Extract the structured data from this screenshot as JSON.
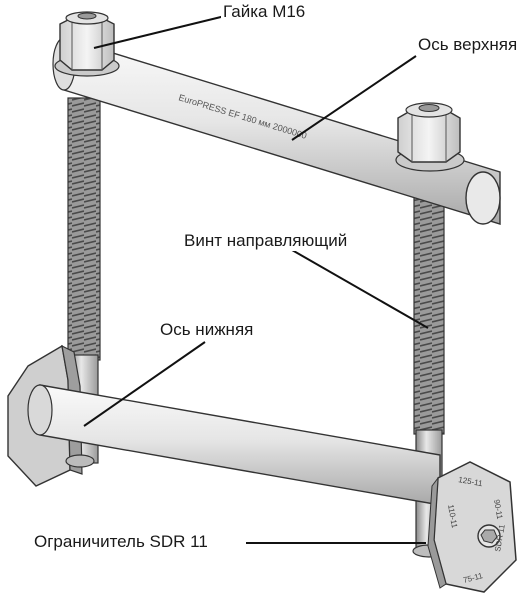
{
  "labels": {
    "nut": "Гайка М16",
    "upper_axis": "Ось верхняя",
    "guide_screw": "Винт направляющий",
    "lower_axis": "Ось нижняя",
    "limiter": "Ограничитель SDR 11"
  },
  "engraving": {
    "upper_axis_text": "EuroPRESS EF 180 мм 2000000",
    "limiter_marks": [
      "125-11",
      "90-11",
      "110-11",
      "75-11",
      "SDR 11"
    ]
  },
  "colors": {
    "metal_light": "#f2f2f2",
    "metal_mid": "#d4d4d4",
    "metal_dark": "#8c8c8c",
    "outline": "#333333",
    "thread": "#6e6e6e"
  }
}
